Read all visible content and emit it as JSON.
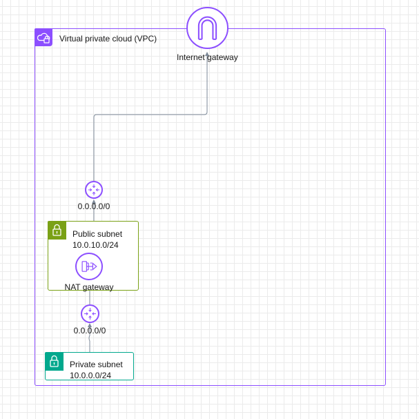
{
  "vpc": {
    "label": "Virtual private cloud (VPC)",
    "icon": "cloud-lock-icon"
  },
  "internet_gateway": {
    "label": "Internet gateway",
    "icon": "internet-gateway-icon"
  },
  "route_top": {
    "label": "0.0.0.0/0",
    "icon": "router-icon"
  },
  "public_subnet": {
    "name": "Public subnet",
    "cidr": "10.0.10.0/24",
    "icon": "padlock-icon"
  },
  "nat_gateway": {
    "label": "NAT gateway",
    "icon": "nat-gateway-icon"
  },
  "route_bottom": {
    "label": "0.0.0.0/0",
    "icon": "router-icon"
  },
  "private_subnet": {
    "name": "Private subnet",
    "cidr": "10.0.0.0/24",
    "icon": "padlock-icon"
  },
  "colors": {
    "vpc": "#8c4fff",
    "public_subnet": "#7aa116",
    "private_subnet": "#01a88d",
    "connector": "#7d8998"
  }
}
